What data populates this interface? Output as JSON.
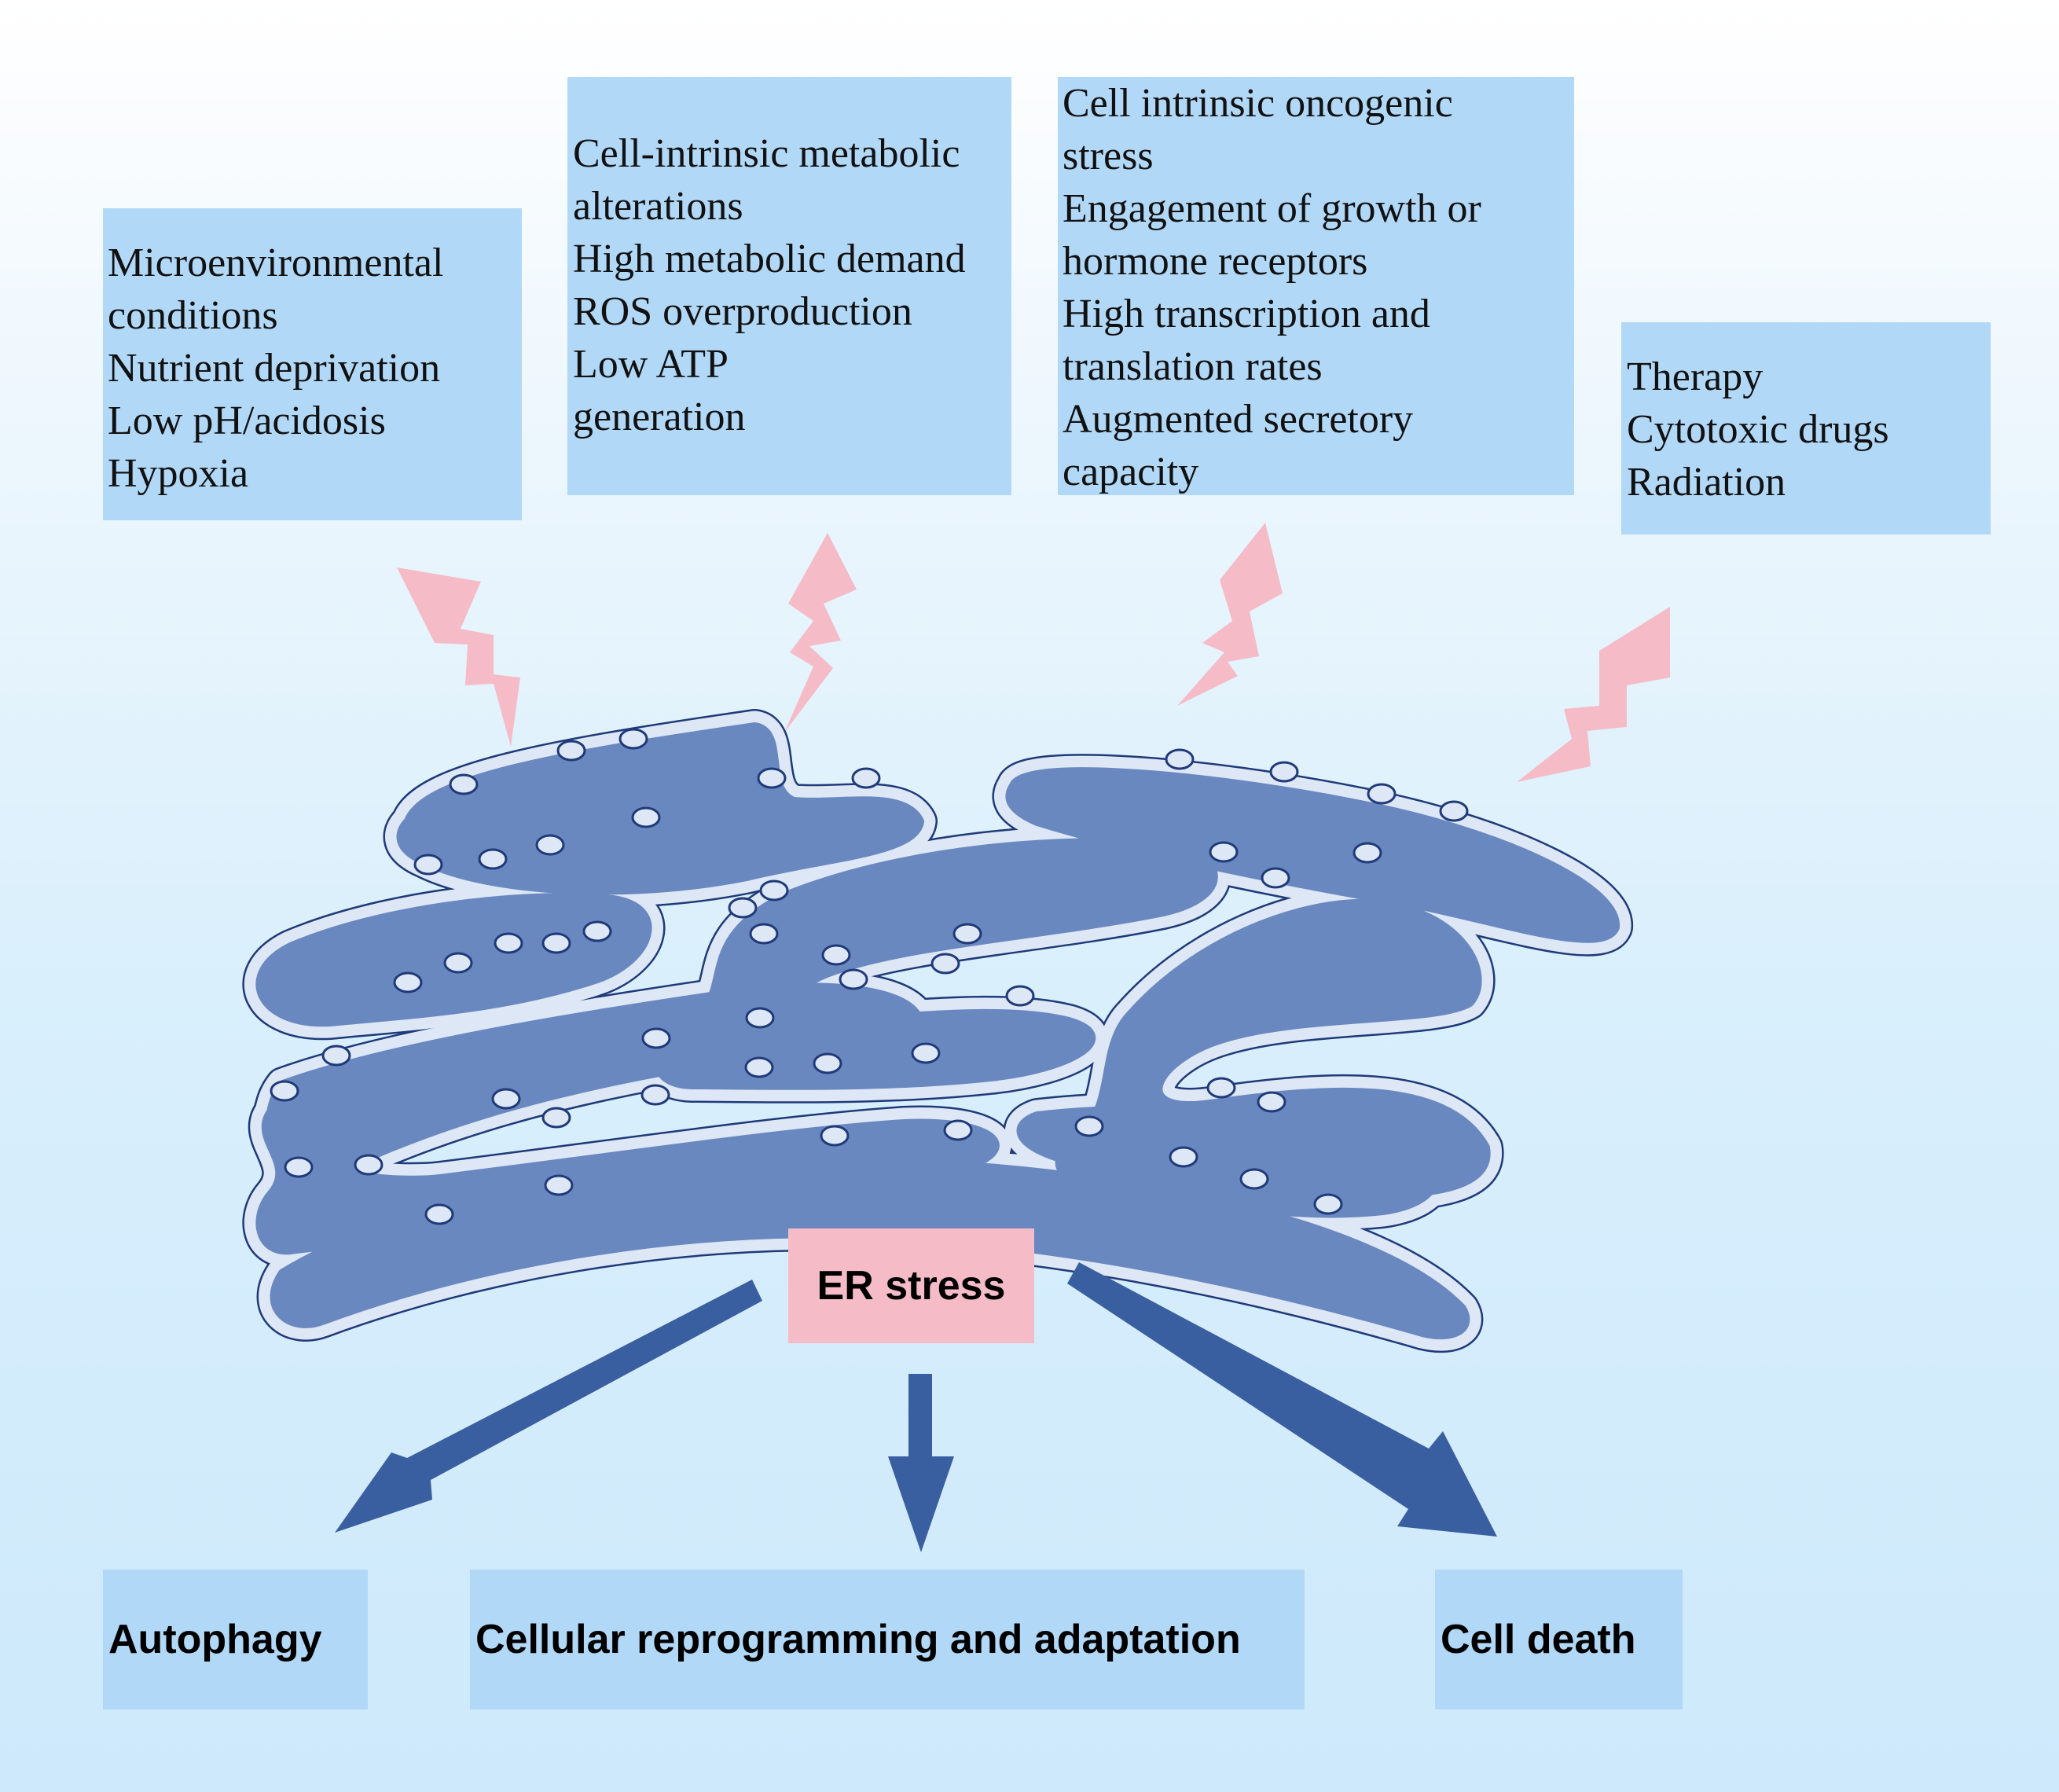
{
  "stressors": [
    {
      "id": "microenvironment",
      "lines": [
        "Microenvironmental",
        "conditions",
        "Nutrient deprivation",
        "Low pH/acidosis",
        "Hypoxia"
      ]
    },
    {
      "id": "metabolic",
      "lines": [
        "Cell-intrinsic metabolic",
        "alterations",
        "High metabolic demand",
        "ROS overproduction",
        "Low ATP",
        "generation"
      ]
    },
    {
      "id": "oncogenic",
      "lines": [
        "Cell intrinsic oncogenic",
        "stress",
        "Engagement of growth or",
        "hormone receptors",
        "High transcription and",
        "translation rates",
        "Augmented secretory",
        "capacity"
      ]
    },
    {
      "id": "therapy",
      "lines": [
        "Therapy",
        "Cytotoxic drugs",
        "Radiation"
      ]
    }
  ],
  "center_label": "ER stress",
  "outcomes": [
    "Autophagy",
    "Cellular reprogramming and adaptation",
    "Cell death"
  ],
  "colors": {
    "box_fill": "#b2d8f7",
    "er_label_fill": "#f5bcc8",
    "lightning": "#f5bcc8",
    "er_body": "#6a88c0",
    "er_outline": "#1f3a78",
    "er_membrane": "#dde7f5",
    "arrow": "#3a5fa0"
  },
  "icons": [
    "lightning-bolt-icon",
    "endoplasmic-reticulum-illustration",
    "ribosome-icon",
    "arrow-down-icon"
  ]
}
